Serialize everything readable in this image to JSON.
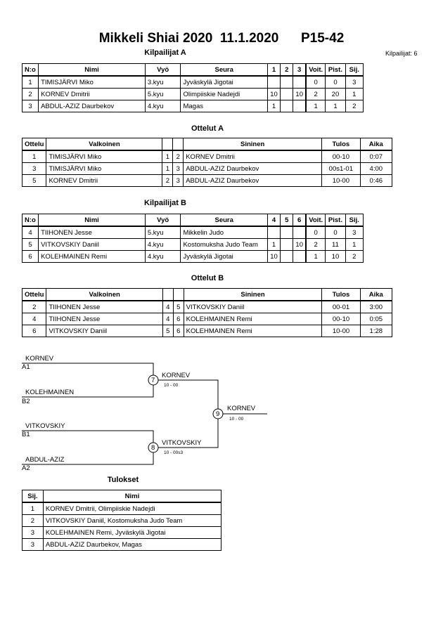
{
  "header": {
    "title": "Mikkeli Shiai 2020  11.1.2020      P15-42",
    "competitor_count": "Kilpailijat: 6"
  },
  "pool_a": {
    "heading": "Kilpailijat A",
    "columns": [
      "N:o",
      "Nimi",
      "Vyö",
      "Seura",
      "1",
      "2",
      "3",
      "Voit.",
      "Pist.",
      "Sij."
    ],
    "rows": [
      {
        "no": "1",
        "name": "TIMISJÄRVI Miko",
        "belt": "3.kyu",
        "club": "Jyväskylä Jigotai",
        "m1": "",
        "m2": "",
        "m3": "",
        "wins": "0",
        "points": "0",
        "place": "3"
      },
      {
        "no": "2",
        "name": "KORNEV Dmitrii",
        "belt": "5.kyu",
        "club": "Olimpiiskie Nadejdi",
        "m1": "10",
        "m2": "",
        "m3": "10",
        "wins": "2",
        "points": "20",
        "place": "1"
      },
      {
        "no": "3",
        "name": "ABDUL-AZIZ Daurbekov",
        "belt": "4.kyu",
        "club": "Magas",
        "m1": "1",
        "m2": "",
        "m3": "",
        "wins": "1",
        "points": "1",
        "place": "2"
      }
    ]
  },
  "matches_a": {
    "heading": "Ottelut A",
    "columns": [
      "Ottelu",
      "Valkoinen",
      "Sininen",
      "Tulos",
      "Aika"
    ],
    "rows": [
      {
        "match": "1",
        "white": "TIMISJÄRVI Miko",
        "wn": "1",
        "bn": "2",
        "blue": "KORNEV Dmitrii",
        "result": "00-10",
        "time": "0:07"
      },
      {
        "match": "3",
        "white": "TIMISJÄRVI Miko",
        "wn": "1",
        "bn": "3",
        "blue": "ABDUL-AZIZ Daurbekov",
        "result": "00s1-01",
        "time": "4:00"
      },
      {
        "match": "5",
        "white": "KORNEV Dmitrii",
        "wn": "2",
        "bn": "3",
        "blue": "ABDUL-AZIZ Daurbekov",
        "result": "10-00",
        "time": "0:46"
      }
    ]
  },
  "pool_b": {
    "heading": "Kilpailijat B",
    "columns": [
      "N:o",
      "Nimi",
      "Vyö",
      "Seura",
      "4",
      "5",
      "6",
      "Voit.",
      "Pist.",
      "Sij."
    ],
    "rows": [
      {
        "no": "4",
        "name": "TIIHONEN Jesse",
        "belt": "5.kyu",
        "club": "Mikkelin Judo",
        "m1": "",
        "m2": "",
        "m3": "",
        "wins": "0",
        "points": "0",
        "place": "3"
      },
      {
        "no": "5",
        "name": "VITKOVSKIY Daniil",
        "belt": "4.kyu",
        "club": "Kostomuksha Judo Team",
        "m1": "1",
        "m2": "",
        "m3": "10",
        "wins": "2",
        "points": "11",
        "place": "1"
      },
      {
        "no": "6",
        "name": "KOLEHMAINEN Remi",
        "belt": "4.kyu",
        "club": "Jyväskylä Jigotai",
        "m1": "10",
        "m2": "",
        "m3": "",
        "wins": "1",
        "points": "10",
        "place": "2"
      }
    ]
  },
  "matches_b": {
    "heading": "Ottelut B",
    "columns": [
      "Ottelu",
      "Valkoinen",
      "Sininen",
      "Tulos",
      "Aika"
    ],
    "rows": [
      {
        "match": "2",
        "white": "TIIHONEN Jesse",
        "wn": "4",
        "bn": "5",
        "blue": "VITKOVSKIY Daniil",
        "result": "00-01",
        "time": "3:00"
      },
      {
        "match": "4",
        "white": "TIIHONEN Jesse",
        "wn": "4",
        "bn": "6",
        "blue": "KOLEHMAINEN Remi",
        "result": "00-10",
        "time": "0:05"
      },
      {
        "match": "6",
        "white": "VITKOVSKIY Daniil",
        "wn": "5",
        "bn": "6",
        "blue": "KOLEHMAINEN Remi",
        "result": "10-00",
        "time": "1:28"
      }
    ]
  },
  "bracket": {
    "semi1": {
      "top": "KORNEV",
      "top_seed": "A1",
      "bottom": "KOLEHMAINEN",
      "bottom_seed": "B2",
      "match_no": "7",
      "winner": "KORNEV",
      "score": "10 - 00"
    },
    "semi2": {
      "top": "VITKOVSKIY",
      "top_seed": "B1",
      "bottom": "ABDUL-AZIZ",
      "bottom_seed": "A2",
      "match_no": "8",
      "winner": "VITKOVSKIY",
      "score": "10 - 00s3"
    },
    "final": {
      "match_no": "9",
      "winner": "KORNEV",
      "score": "10 - 00"
    }
  },
  "results": {
    "heading": "Tulokset",
    "columns": [
      "Sij.",
      "Nimi"
    ],
    "rows": [
      {
        "place": "1",
        "name": "KORNEV Dmitrii, Olimpiiskie Nadejdi"
      },
      {
        "place": "2",
        "name": "VITKOVSKIY Daniil, Kostomuksha Judo Team"
      },
      {
        "place": "3",
        "name": "KOLEHMAINEN Remi, Jyväskylä Jigotai"
      },
      {
        "place": "3",
        "name": "ABDUL-AZIZ Daurbekov, Magas"
      }
    ]
  }
}
